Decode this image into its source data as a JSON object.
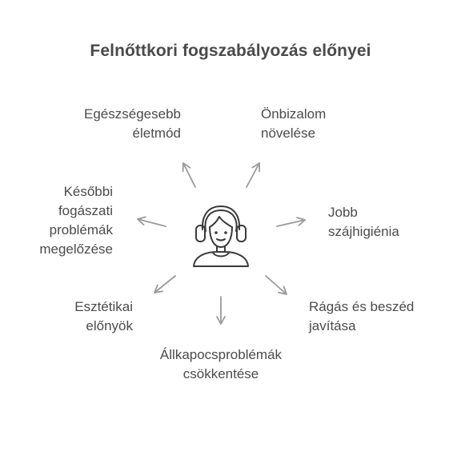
{
  "title": "Felnőttkori fogszabályozás előnyei",
  "benefits": [
    {
      "id": "healthy-lifestyle",
      "lines": [
        "Egészségesebb",
        "életmód"
      ]
    },
    {
      "id": "self-confidence",
      "lines": [
        "Önbizalom",
        "növelése"
      ]
    },
    {
      "id": "oral-hygiene",
      "lines": [
        "Jobb",
        "szájhigiénia"
      ]
    },
    {
      "id": "chewing-speech",
      "lines": [
        "Rágás és beszéd",
        "javítása"
      ]
    },
    {
      "id": "jaw-problems",
      "lines": [
        "Állkapocsproblémák",
        "csökkentése"
      ]
    },
    {
      "id": "aesthetic",
      "lines": [
        "Esztétikai",
        "előnyök"
      ]
    },
    {
      "id": "future-dental",
      "lines": [
        "Későbbi",
        "fogászati",
        "problémák",
        "megelőzése"
      ]
    }
  ],
  "colors": {
    "arrow": "#9a9a9a",
    "icon": "#3a3a3a",
    "text": "#4b4b4b"
  },
  "icons": {
    "center": "woman-with-headphones-icon",
    "arrow": "arrow-icon"
  }
}
